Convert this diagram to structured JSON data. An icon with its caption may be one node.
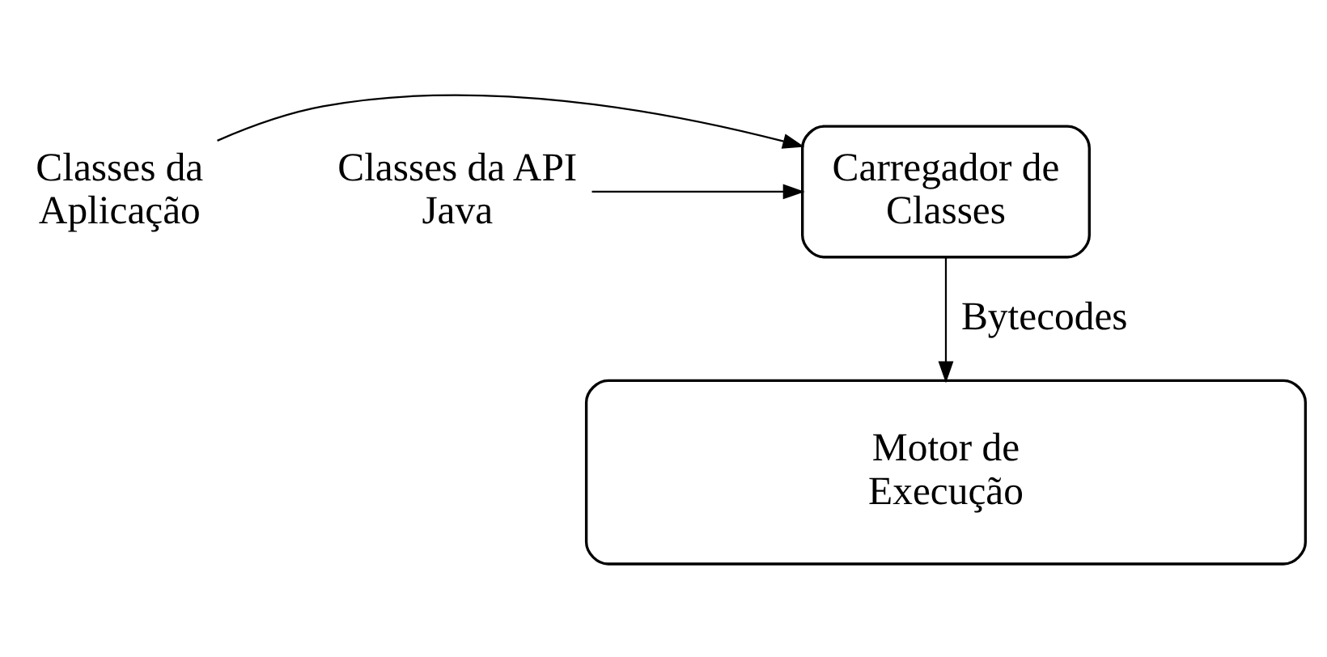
{
  "diagram": {
    "nodes": [
      {
        "text": [
          "Classes da Aplicação"
        ]
      },
      {
        "text": [
          "Carregador de Classes"
        ]
      },
      {
        "text": [
          "Classes da API Java"
        ]
      },
      {
        "text": [
          "Motor de Execução"
        ]
      }
    ],
    "edges": [
      {
        "from": 0,
        "to": 1,
        "arrow": "to"
      },
      {
        "from": 2,
        "to": 1,
        "arrow": "to"
      },
      {
        "from": 1,
        "to": 3,
        "arrow": "to",
        "label": "Bytecodes"
      }
    ]
  }
}
